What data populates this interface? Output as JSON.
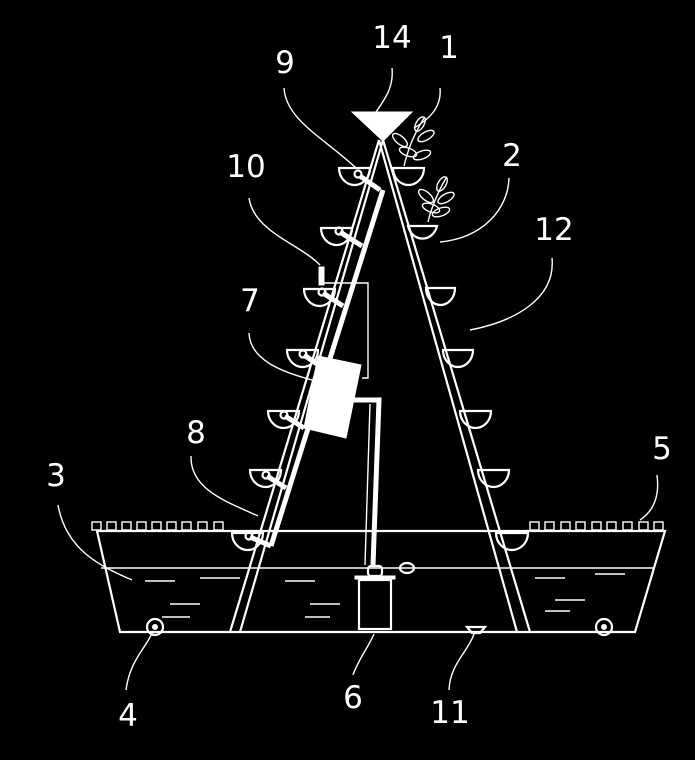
{
  "colors": {
    "background": "#000000",
    "ink": "#ffffff"
  },
  "labels": {
    "l1": "1",
    "l2": "2",
    "l3": "3",
    "l4": "4",
    "l5": "5",
    "l6": "6",
    "l7": "7",
    "l8": "8",
    "l9": "9",
    "l10": "10",
    "l11": "11",
    "l12": "12",
    "l14": "14"
  }
}
